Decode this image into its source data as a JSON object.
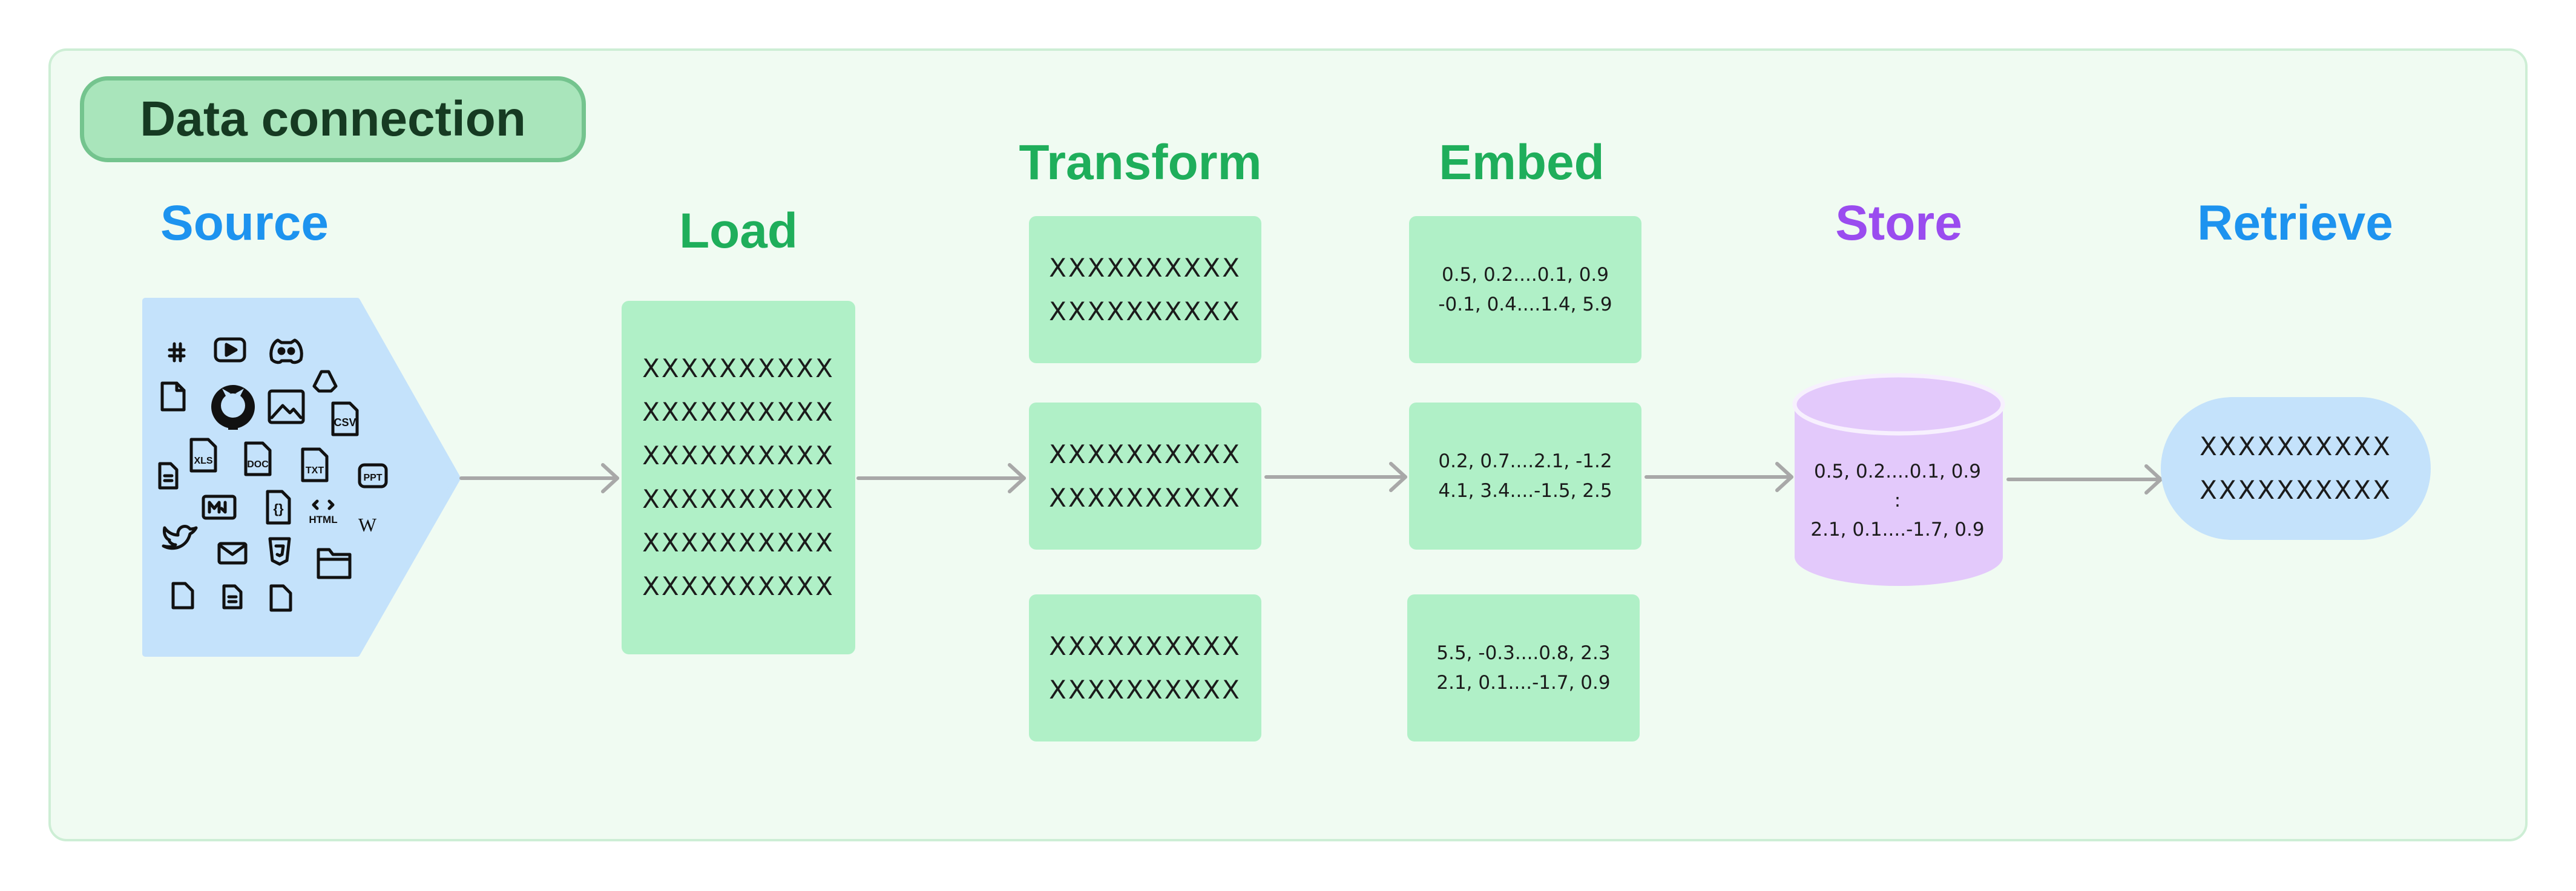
{
  "title": "Data connection",
  "stages": {
    "source": "Source",
    "load": "Load",
    "transform": "Transform",
    "embed": "Embed",
    "store": "Store",
    "retrieve": "Retrieve"
  },
  "colors": {
    "blue_heading": "#1d93ef",
    "green_heading": "#1fae5b",
    "purple_heading": "#9a4cef",
    "green_box": "#b0f0c7",
    "blue_box": "#c4e2fb",
    "purple_cylinder": "#e3c9fb",
    "arrow": "#a8a8a8"
  },
  "load_lines": [
    "XXXXXXXXXX",
    "XXXXXXXXXX",
    "XXXXXXXXXX",
    "XXXXXXXXXX",
    "XXXXXXXXXX",
    "XXXXXXXXXX"
  ],
  "transform_chunks": [
    [
      "XXXXXXXXXX",
      "XXXXXXXXXX"
    ],
    [
      "XXXXXXXXXX",
      "XXXXXXXXXX"
    ],
    [
      "XXXXXXXXXX",
      "XXXXXXXXXX"
    ]
  ],
  "embed_vectors": [
    [
      "0.5, 0.2....0.1, 0.9",
      "-0.1, 0.4....1.4, 5.9"
    ],
    [
      "0.2, 0.7....2.1, -1.2",
      "4.1, 3.4....-1.5, 2.5"
    ],
    [
      "5.5, -0.3....0.8, 2.3",
      "2.1, 0.1....-1.7, 0.9"
    ]
  ],
  "store_lines": [
    "0.5, 0.2....0.1, 0.9",
    ":",
    "2.1, 0.1....-1.7, 0.9"
  ],
  "retrieve_lines": [
    "XXXXXXXXXX",
    "XXXXXXXXXX"
  ],
  "source_icons": {
    "small_labels": [
      "CSV",
      "XLS",
      "DOC",
      "TXT",
      "PPT",
      "HTML",
      "W"
    ],
    "icon_names": [
      "slack-icon",
      "youtube-icon",
      "discord-icon",
      "google-drive-icon",
      "file-icon",
      "github-icon",
      "image-icon",
      "csv-icon",
      "xls-icon",
      "doc-icon",
      "txt-icon",
      "ppt-icon",
      "markdown-icon",
      "json-icon",
      "html-icon",
      "wikipedia-icon",
      "twitter-icon",
      "email-icon",
      "css-icon",
      "folder-icon"
    ]
  }
}
